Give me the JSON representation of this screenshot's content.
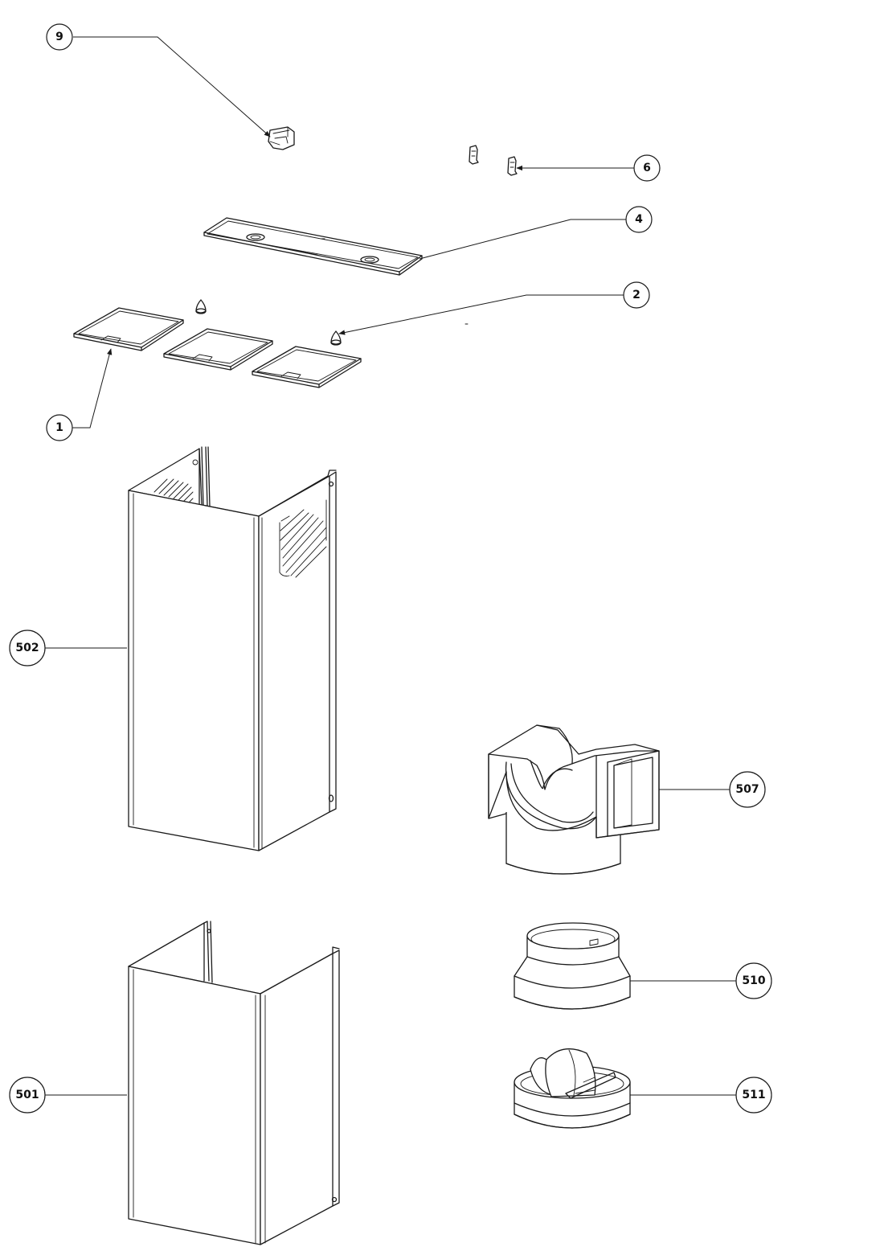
{
  "labels": {
    "p9": "9",
    "p6": "6",
    "p4": "4",
    "p2": "2",
    "p1": "1",
    "p502": "502",
    "p501": "501",
    "p507": "507",
    "p510": "510",
    "p511": "511"
  },
  "colors": {
    "line": "#1a1a1a",
    "background": "#ffffff"
  }
}
